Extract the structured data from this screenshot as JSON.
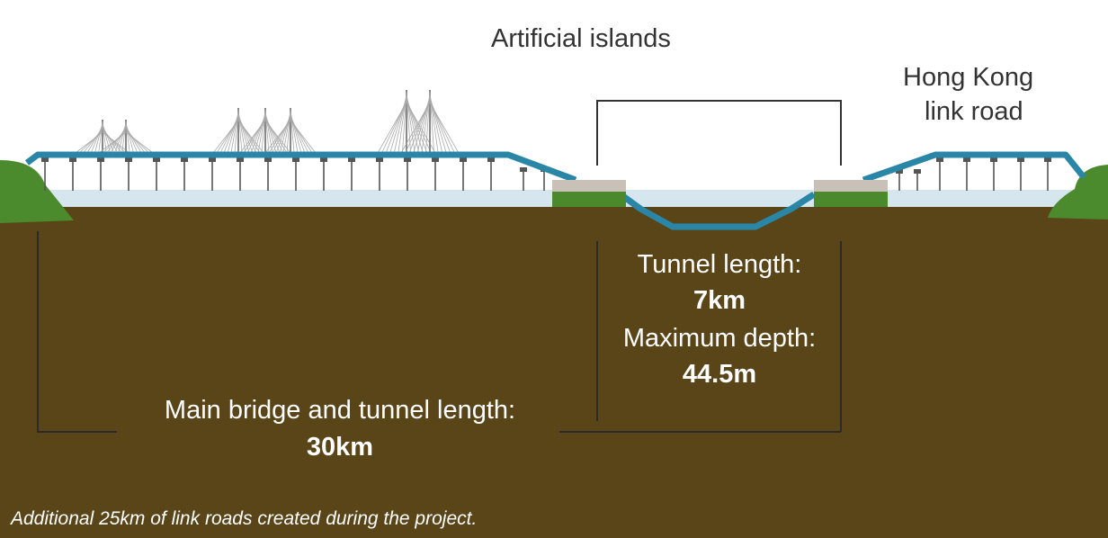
{
  "labels": {
    "artificial_islands": "Artificial islands",
    "hong_kong_line1": "Hong Kong",
    "hong_kong_line2": "link road",
    "tunnel_length_label": "Tunnel length:",
    "tunnel_length_value": "7km",
    "max_depth_label": "Maximum depth:",
    "max_depth_value": "44.5m",
    "main_length_label": "Main bridge and tunnel length:",
    "main_length_value": "30km",
    "footnote": "Additional 25km of link roads created during the project."
  },
  "colors": {
    "ground": "#5a4519",
    "water": "#d5e6ee",
    "road": "#2a86a6",
    "island_top": "#c9c0b8",
    "island_green": "#4a8a2c",
    "hill": "#4c8a2e",
    "pylon": "#999999",
    "marker_line": "#2b2b2b"
  }
}
